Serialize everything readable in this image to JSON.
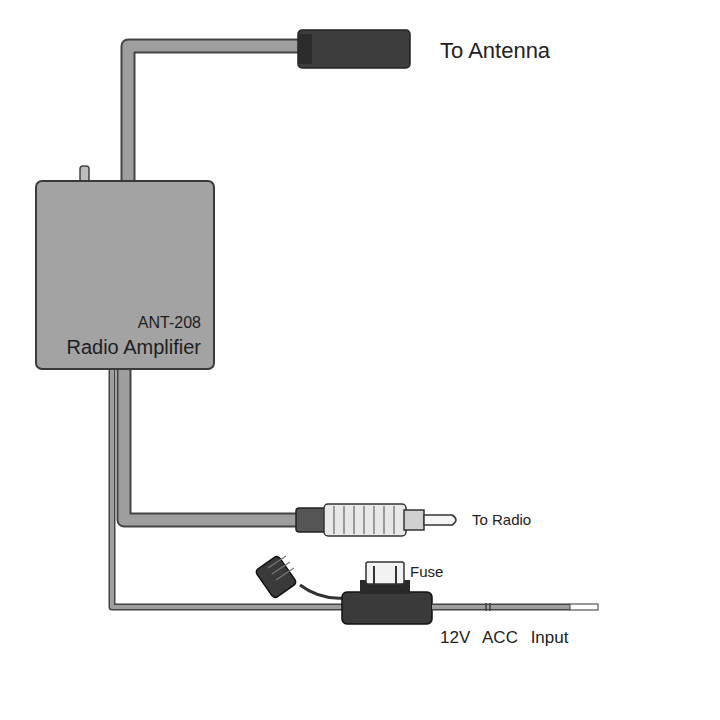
{
  "diagram": {
    "nodes": [
      {
        "text": [
          "ANT-208",
          "Radio Amplifier"
        ]
      }
    ],
    "labels": [
      "To Antenna",
      "To Radio",
      "Fuse",
      "12V ACC Input"
    ]
  }
}
